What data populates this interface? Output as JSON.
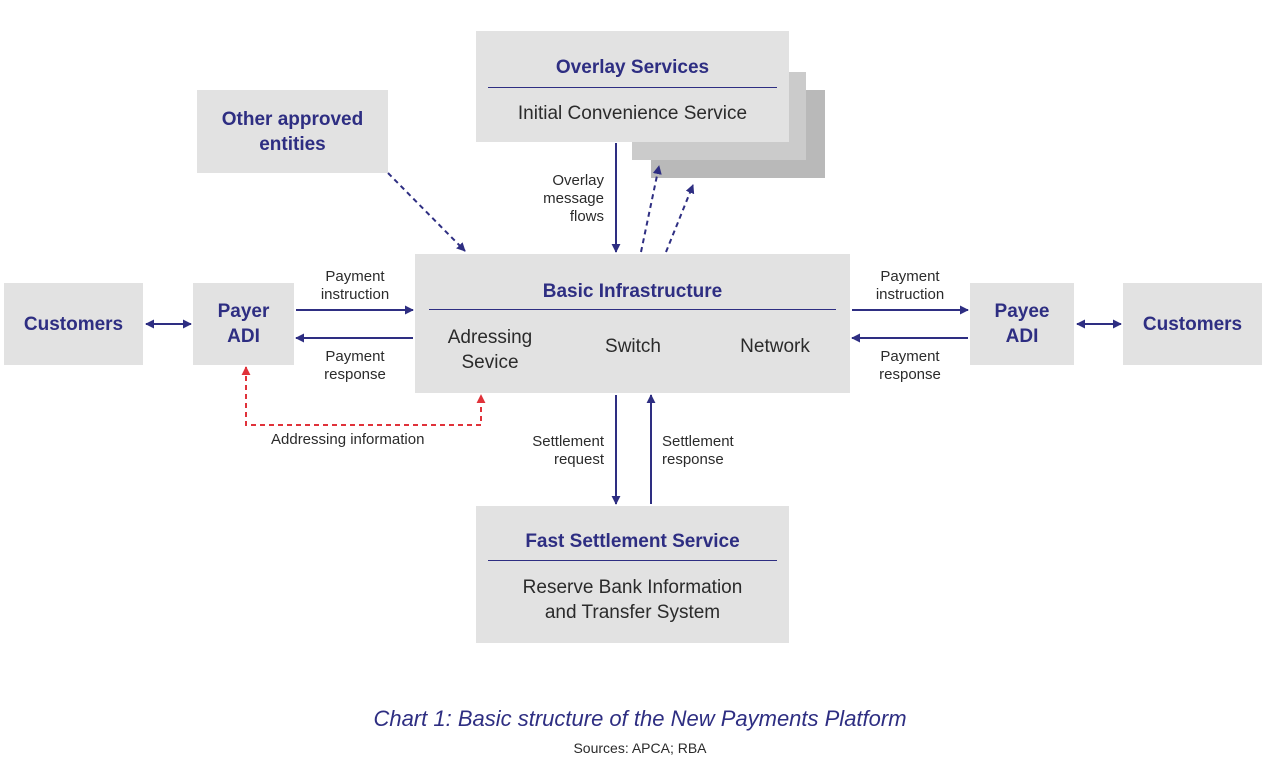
{
  "overlay": {
    "title": "Overlay Services",
    "body": "Initial Convenience Service",
    "flow_label": "Overlay\nmessage\nflows"
  },
  "other_entities": {
    "label": "Other approved\nentities"
  },
  "basic_infrastructure": {
    "title": "Basic Infrastructure",
    "items": [
      "Adressing\nSevice",
      "Switch",
      "Network"
    ]
  },
  "left_customers": {
    "label": "Customers"
  },
  "payer": {
    "label": "Payer\nADI"
  },
  "payee": {
    "label": "Payee\nADI"
  },
  "right_customers": {
    "label": "Customers"
  },
  "flows": {
    "payment_instruction_left": "Payment\ninstruction",
    "payment_response_left": "Payment\nresponse",
    "payment_instruction_right": "Payment\ninstruction",
    "payment_response_right": "Payment\nresponse",
    "addressing_information": "Addressing information",
    "settlement_request": "Settlement\nrequest",
    "settlement_response": "Settlement\nresponse"
  },
  "fast_settlement": {
    "title": "Fast Settlement Service",
    "body": "Reserve Bank Information\nand Transfer System"
  },
  "caption": {
    "title": "Chart 1: Basic structure of the New Payments Platform",
    "source": "Sources: APCA; RBA"
  },
  "colors": {
    "navy": "#2e2e82",
    "box_fill": "#e2e2e2",
    "shadow_mid": "#cbcbcb",
    "shadow_dark": "#b9b9b9",
    "addressing_flow": "#e0323a"
  }
}
